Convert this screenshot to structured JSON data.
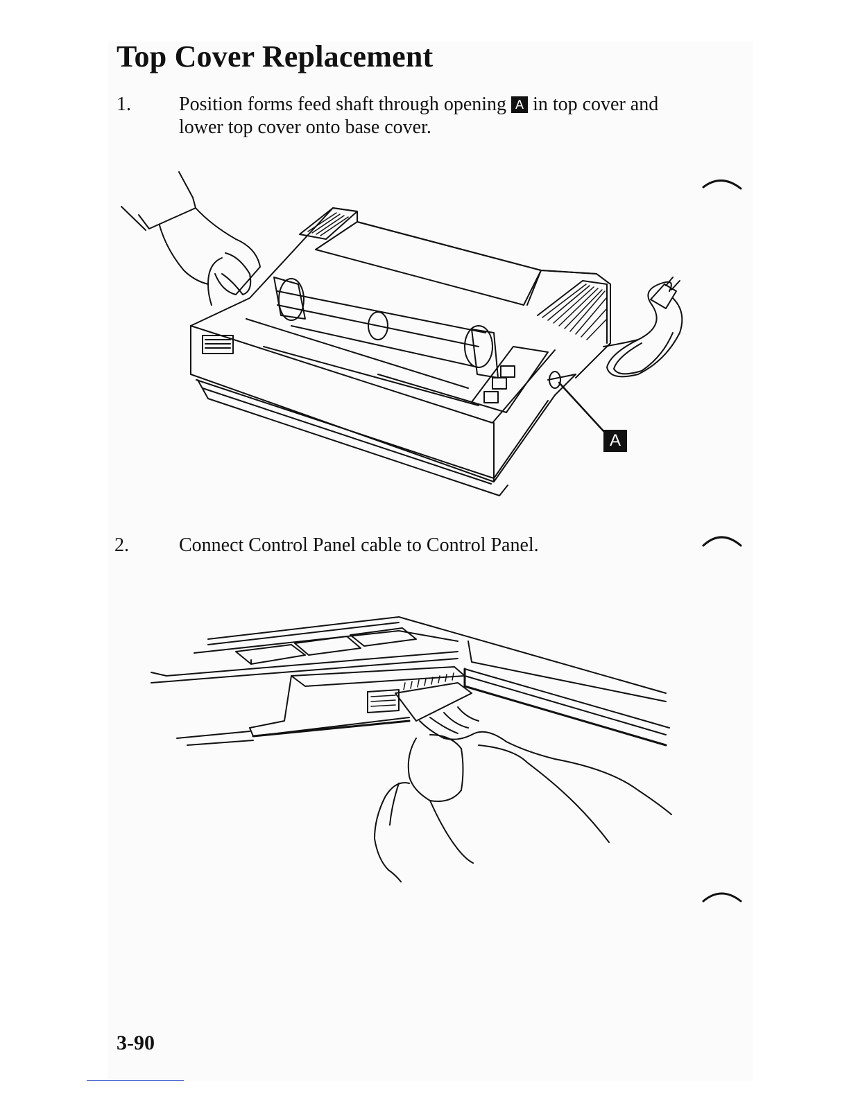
{
  "page": {
    "title": "Top Cover Replacement",
    "folio": "3-90"
  },
  "steps": [
    {
      "number": "1.",
      "line1_before": "Position forms feed shaft through opening",
      "callout": "A",
      "line1_after": "in top cover and",
      "line2": "lower top cover onto base cover."
    },
    {
      "number": "2.",
      "line1": "Connect Control Panel cable to Control Panel."
    }
  ],
  "figure1": {
    "callout": "A"
  },
  "icons": {
    "figure1": "printer-illustration",
    "figure2": "cable-connector-illustration",
    "margin_marks": "tab-arc-marks"
  }
}
